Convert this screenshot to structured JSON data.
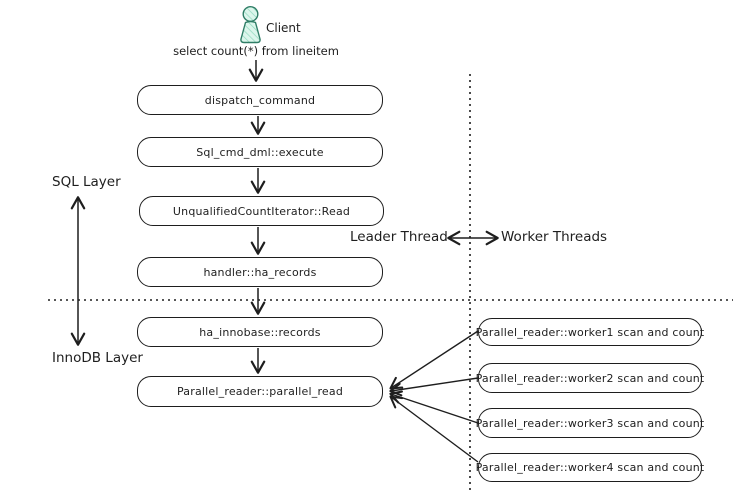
{
  "diagram": {
    "client": {
      "label": "Client"
    },
    "query": "select count(*) from lineitem",
    "layer_labels": {
      "sql": "SQL Layer",
      "innodb": "InnoDB Layer"
    },
    "thread_labels": {
      "leader": "Leader Thread",
      "workers": "Worker Threads"
    },
    "main_flow": [
      "dispatch_command",
      "Sql_cmd_dml::execute",
      "UnqualifiedCountIterator::Read",
      "handler::ha_records",
      "ha_innobase::records",
      "Parallel_reader::parallel_read"
    ],
    "workers": [
      "Parallel_reader::worker1 scan and count",
      "Parallel_reader::worker2 scan and count",
      "Parallel_reader::worker3 scan and count",
      "Parallel_reader::worker4 scan and count"
    ],
    "colors": {
      "stroke": "#1e1e1e",
      "background": "#ffffff",
      "client_fill": "#dcf6ec",
      "client_hatch": "#8fd9bd",
      "client_stroke": "#2f7d66"
    }
  }
}
